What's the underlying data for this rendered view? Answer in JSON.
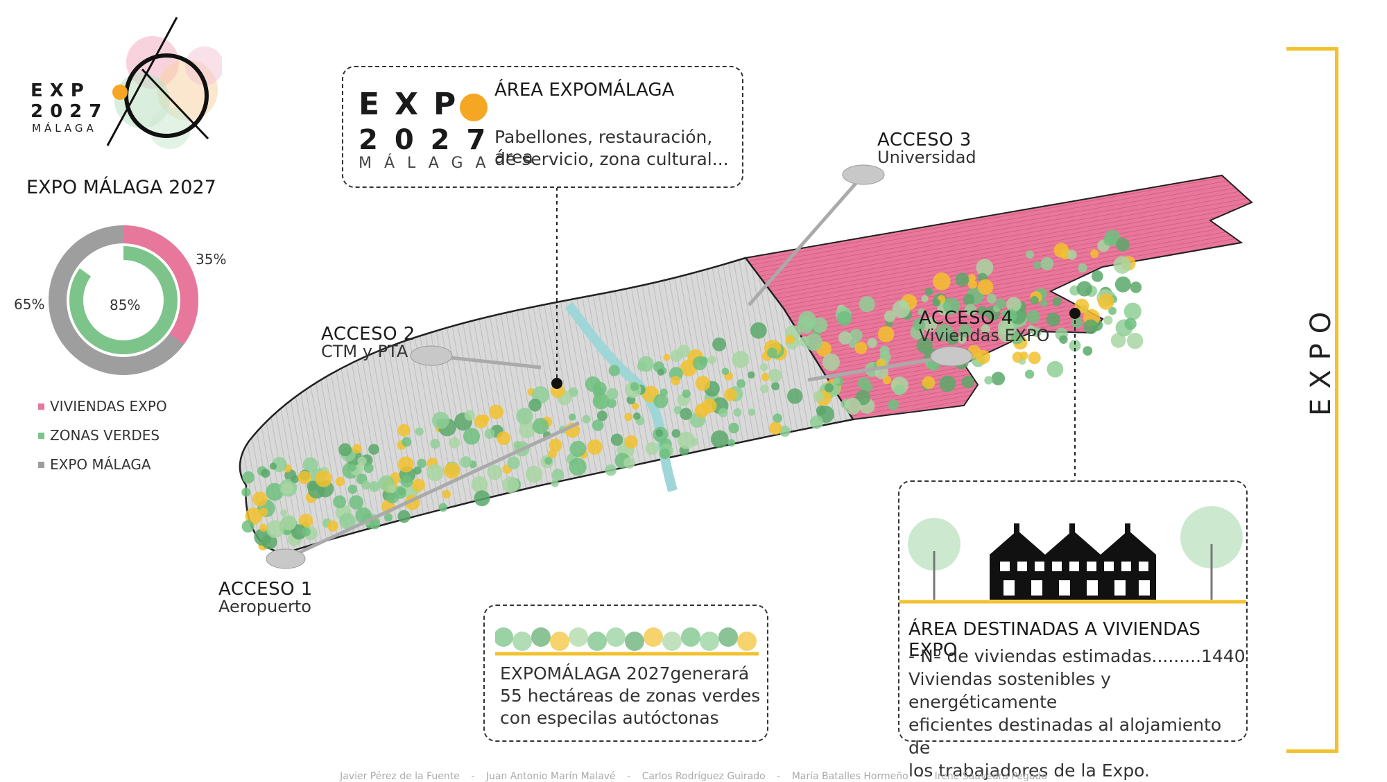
{
  "logo": {
    "line1": "EXP",
    "line2": "2027",
    "line3": "MÁLAGA"
  },
  "header": {
    "title": "EXPO MÁLAGA 2027"
  },
  "donut": {
    "outer_pct_label": "35%",
    "left_pct_label": "65%",
    "center_pct_label": "85%",
    "outer_fraction_pink": 0.35,
    "inner_fraction_green": 0.85
  },
  "legend": [
    {
      "label": "VIVIENDAS EXPO",
      "color": "#e8789b"
    },
    {
      "label": "ZONAS VERDES",
      "color": "#7cc48a"
    },
    {
      "label": "EXPO MÁLAGA",
      "color": "#9e9e9e"
    }
  ],
  "info_top": {
    "logo_line1": "EXP",
    "logo_line2": "2027",
    "logo_line3": "MÁLAGA",
    "title": "ÁREA EXPOMÁLAGA",
    "text_line1": "Pabellones, restauración, área",
    "text_line2": "de servicio, zona cultural..."
  },
  "accesses": [
    {
      "title": "ACCESO 1",
      "subtitle": "Aeropuerto"
    },
    {
      "title": "ACCESO 2",
      "subtitle": "CTM y PTA"
    },
    {
      "title": "ACCESO 3",
      "subtitle": "Universidad"
    },
    {
      "title": "ACCESO 4",
      "subtitle": "Viviendas EXPO"
    }
  ],
  "green_box": {
    "line1": "EXPOMÁLAGA 2027generará",
    "line2": "55 hectáreas de zonas verdes",
    "line3": "con especilas autóctonas"
  },
  "housing_box": {
    "title": "ÁREA DESTINADAS A VIVIENDAS EXPO",
    "line1": "- Nº de viviendas estimadas.........1440",
    "line2": "Viviendas sostenibles y energéticamente",
    "line3": "eficientes destinadas al alojamiento de",
    "line4": "los trabajadores de la Expo."
  },
  "side_label": "EXPO",
  "footer": [
    "Javier Pérez de la Fuente",
    "Juan Antonio Marín Malavé",
    "Carlos Rodríguez Guirado",
    "María Batalles Hormeño",
    "Irene Saavedra Pegado"
  ],
  "colors": {
    "pink": "#e8789b",
    "green": "#7cc48a",
    "grey": "#9e9e9e",
    "yellow": "#f2c12e",
    "orange": "#f5a623",
    "water": "#9fd6d8"
  }
}
